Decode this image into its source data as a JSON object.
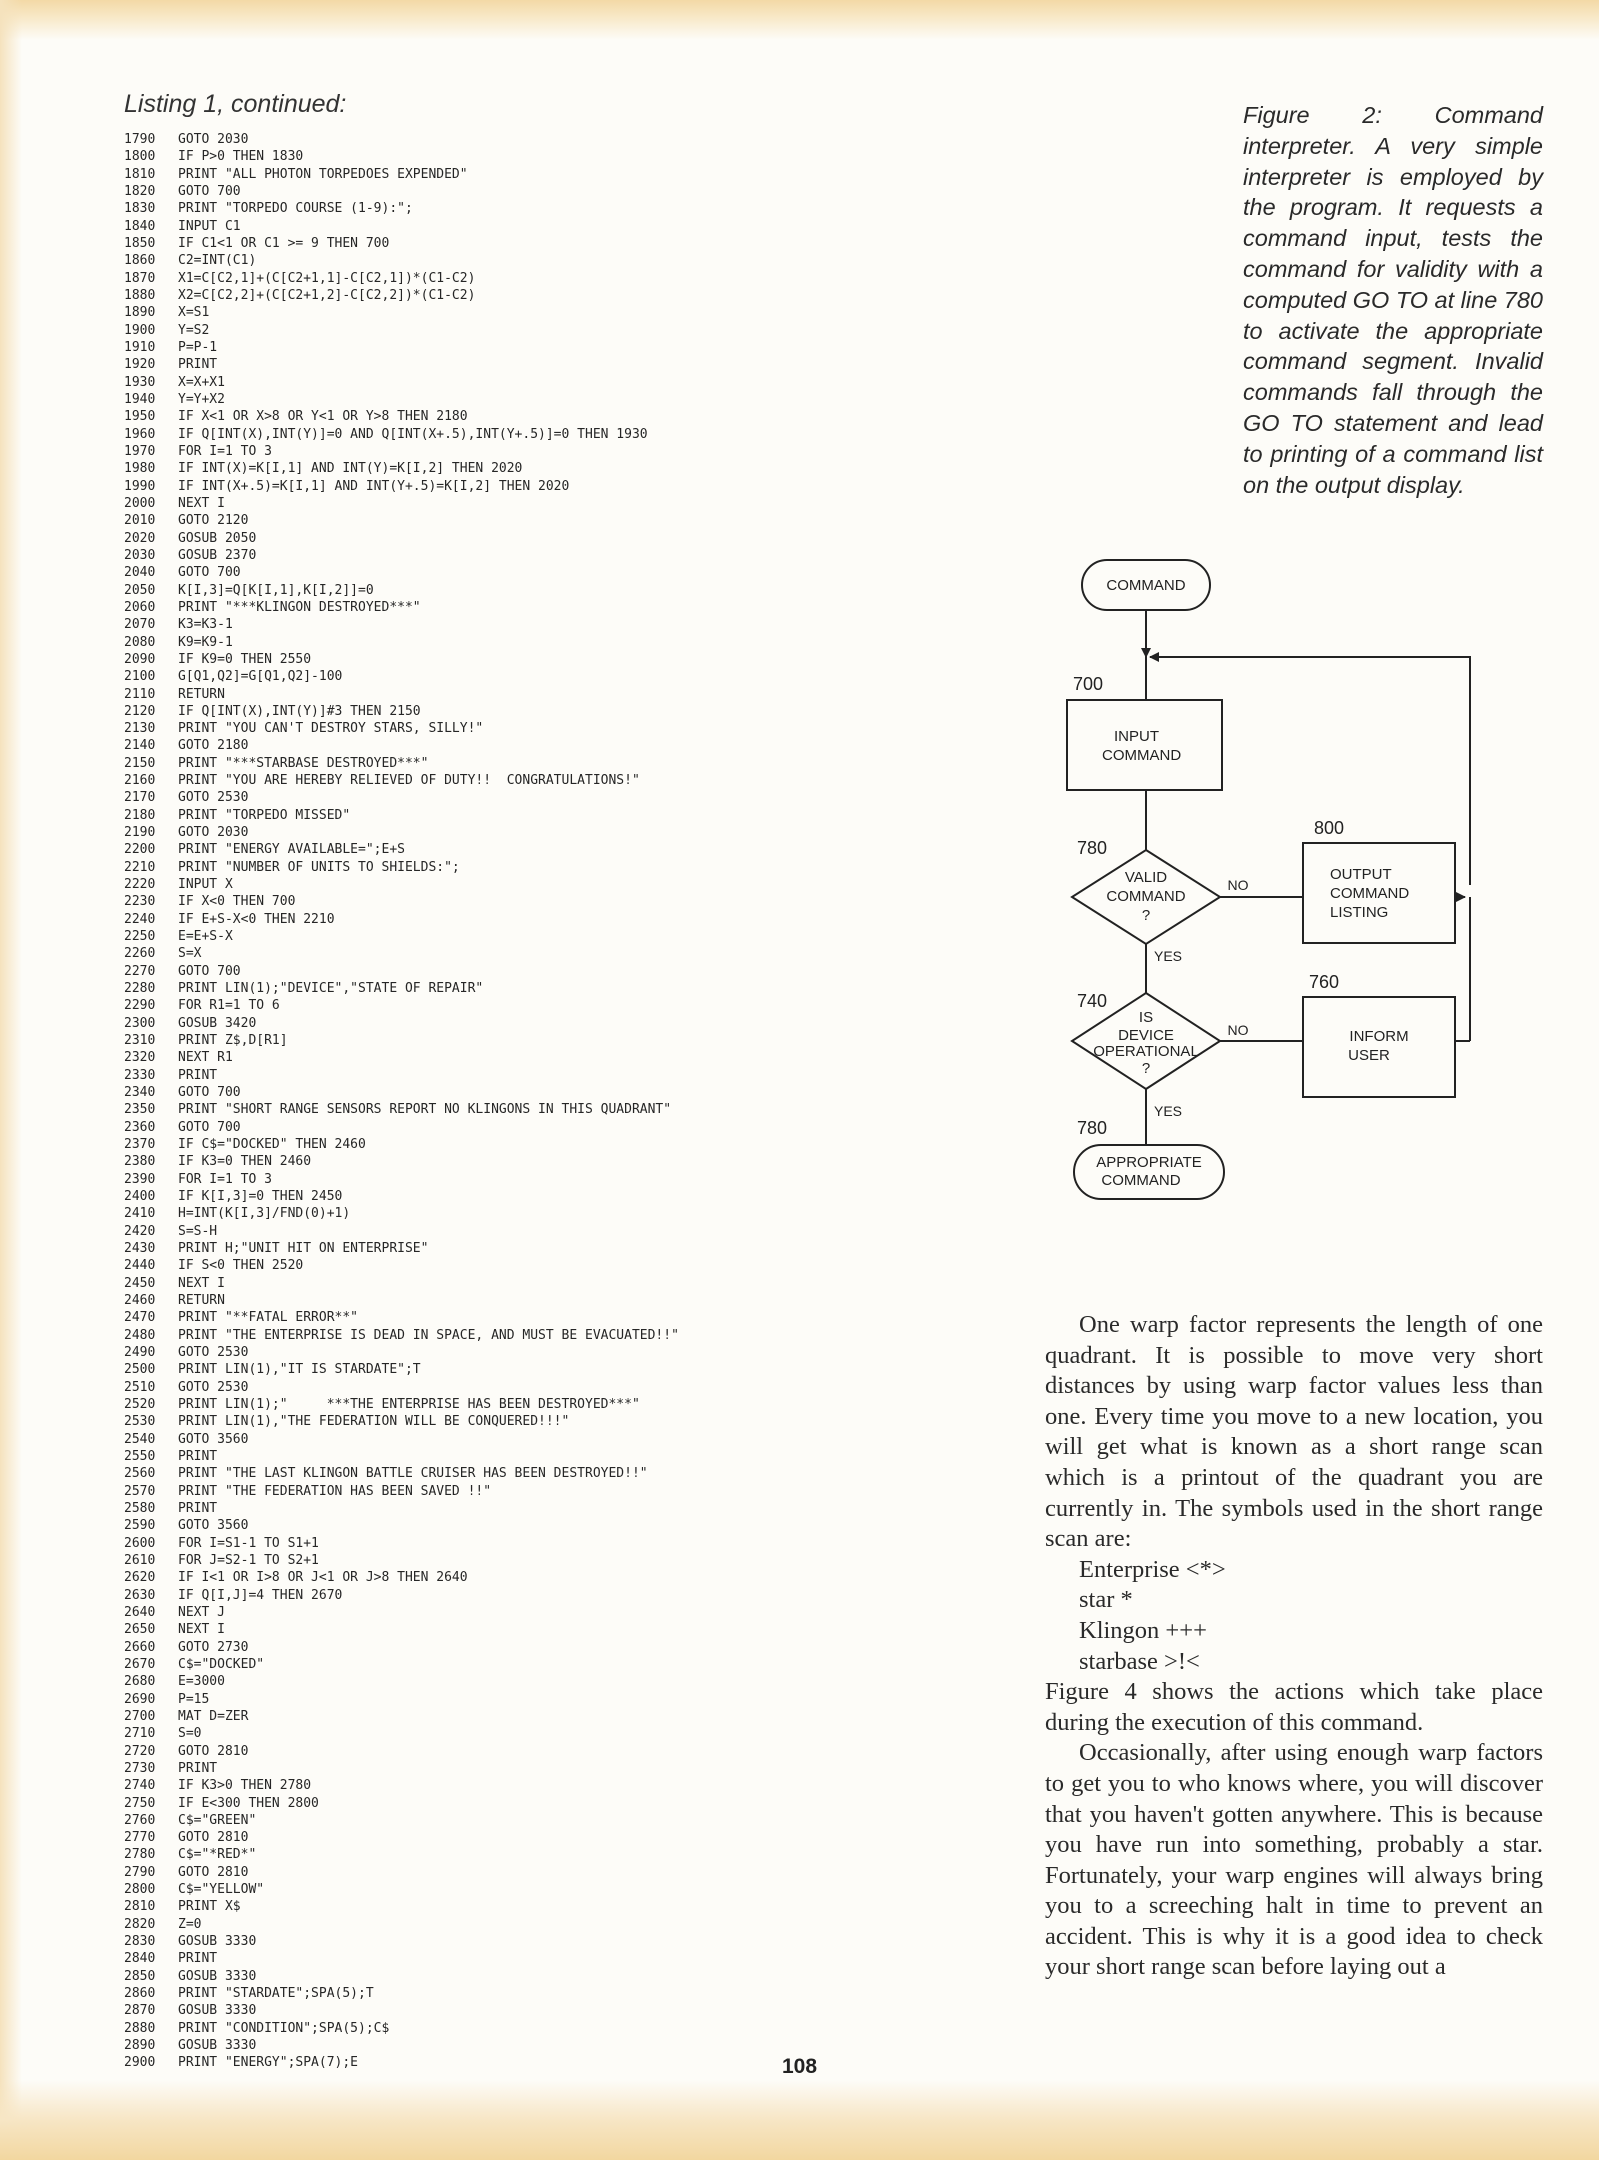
{
  "listing": {
    "title": "Listing 1, continued:",
    "lines": [
      {
        "n": "1790",
        "code": "GOTO 2030"
      },
      {
        "n": "1800",
        "code": "IF P>0 THEN 1830"
      },
      {
        "n": "1810",
        "code": "PRINT \"ALL PHOTON TORPEDOES EXPENDED\""
      },
      {
        "n": "1820",
        "code": "GOTO 700"
      },
      {
        "n": "1830",
        "code": "PRINT \"TORPEDO COURSE (1-9):\";"
      },
      {
        "n": "1840",
        "code": "INPUT C1"
      },
      {
        "n": "1850",
        "code": "IF C1<1 OR C1 >= 9 THEN 700"
      },
      {
        "n": "1860",
        "code": "C2=INT(C1)"
      },
      {
        "n": "1870",
        "code": "X1=C[C2,1]+(C[C2+1,1]-C[C2,1])*(C1-C2)"
      },
      {
        "n": "1880",
        "code": "X2=C[C2,2]+(C[C2+1,2]-C[C2,2])*(C1-C2)"
      },
      {
        "n": "1890",
        "code": "X=S1"
      },
      {
        "n": "1900",
        "code": "Y=S2"
      },
      {
        "n": "1910",
        "code": "P=P-1"
      },
      {
        "n": "1920",
        "code": "PRINT"
      },
      {
        "n": "1930",
        "code": "X=X+X1"
      },
      {
        "n": "1940",
        "code": "Y=Y+X2"
      },
      {
        "n": "1950",
        "code": "IF X<1 OR X>8 OR Y<1 OR Y>8 THEN 2180"
      },
      {
        "n": "1960",
        "code": "IF Q[INT(X),INT(Y)]=0 AND Q[INT(X+.5),INT(Y+.5)]=0 THEN 1930"
      },
      {
        "n": "1970",
        "code": "FOR I=1 TO 3"
      },
      {
        "n": "1980",
        "code": "IF INT(X)=K[I,1] AND INT(Y)=K[I,2] THEN 2020"
      },
      {
        "n": "1990",
        "code": "IF INT(X+.5)=K[I,1] AND INT(Y+.5)=K[I,2] THEN 2020"
      },
      {
        "n": "2000",
        "code": "NEXT I"
      },
      {
        "n": "2010",
        "code": "GOTO 2120"
      },
      {
        "n": "2020",
        "code": "GOSUB 2050"
      },
      {
        "n": "2030",
        "code": "GOSUB 2370"
      },
      {
        "n": "2040",
        "code": "GOTO 700"
      },
      {
        "n": "2050",
        "code": "K[I,3]=Q[K[I,1],K[I,2]]=0"
      },
      {
        "n": "2060",
        "code": "PRINT \"***KLINGON DESTROYED***\""
      },
      {
        "n": "2070",
        "code": "K3=K3-1"
      },
      {
        "n": "2080",
        "code": "K9=K9-1"
      },
      {
        "n": "2090",
        "code": "IF K9=0 THEN 2550"
      },
      {
        "n": "2100",
        "code": "G[Q1,Q2]=G[Q1,Q2]-100"
      },
      {
        "n": "2110",
        "code": "RETURN"
      },
      {
        "n": "2120",
        "code": "IF Q[INT(X),INT(Y)]#3 THEN 2150"
      },
      {
        "n": "2130",
        "code": "PRINT \"YOU CAN'T DESTROY STARS, SILLY!\""
      },
      {
        "n": "2140",
        "code": "GOTO 2180"
      },
      {
        "n": "2150",
        "code": "PRINT \"***STARBASE DESTROYED***\""
      },
      {
        "n": "2160",
        "code": "PRINT \"YOU ARE HEREBY RELIEVED OF DUTY!!  CONGRATULATIONS!\""
      },
      {
        "n": "2170",
        "code": "GOTO 2530"
      },
      {
        "n": "2180",
        "code": "PRINT \"TORPEDO MISSED\""
      },
      {
        "n": "2190",
        "code": "GOTO 2030"
      },
      {
        "n": "2200",
        "code": "PRINT \"ENERGY AVAILABLE=\";E+S"
      },
      {
        "n": "2210",
        "code": "PRINT \"NUMBER OF UNITS TO SHIELDS:\";"
      },
      {
        "n": "2220",
        "code": "INPUT X"
      },
      {
        "n": "2230",
        "code": "IF X<0 THEN 700"
      },
      {
        "n": "2240",
        "code": "IF E+S-X<0 THEN 2210"
      },
      {
        "n": "2250",
        "code": "E=E+S-X"
      },
      {
        "n": "2260",
        "code": "S=X"
      },
      {
        "n": "2270",
        "code": "GOTO 700"
      },
      {
        "n": "2280",
        "code": "PRINT LIN(1);\"DEVICE\",\"STATE OF REPAIR\""
      },
      {
        "n": "2290",
        "code": "FOR R1=1 TO 6"
      },
      {
        "n": "2300",
        "code": "GOSUB 3420"
      },
      {
        "n": "2310",
        "code": "PRINT Z$,D[R1]"
      },
      {
        "n": "2320",
        "code": "NEXT R1"
      },
      {
        "n": "2330",
        "code": "PRINT"
      },
      {
        "n": "2340",
        "code": "GOTO 700"
      },
      {
        "n": "2350",
        "code": "PRINT \"SHORT RANGE SENSORS REPORT NO KLINGONS IN THIS QUADRANT\""
      },
      {
        "n": "2360",
        "code": "GOTO 700"
      },
      {
        "n": "2370",
        "code": "IF C$=\"DOCKED\" THEN 2460"
      },
      {
        "n": "2380",
        "code": "IF K3=0 THEN 2460"
      },
      {
        "n": "2390",
        "code": "FOR I=1 TO 3"
      },
      {
        "n": "2400",
        "code": "IF K[I,3]=0 THEN 2450"
      },
      {
        "n": "2410",
        "code": "H=INT(K[I,3]/FND(0)+1)"
      },
      {
        "n": "2420",
        "code": "S=S-H"
      },
      {
        "n": "2430",
        "code": "PRINT H;\"UNIT HIT ON ENTERPRISE\""
      },
      {
        "n": "2440",
        "code": "IF S<0 THEN 2520"
      },
      {
        "n": "2450",
        "code": "NEXT I"
      },
      {
        "n": "2460",
        "code": "RETURN"
      },
      {
        "n": "2470",
        "code": "PRINT \"**FATAL ERROR**\""
      },
      {
        "n": "2480",
        "code": "PRINT \"THE ENTERPRISE IS DEAD IN SPACE, AND MUST BE EVACUATED!!\""
      },
      {
        "n": "2490",
        "code": "GOTO 2530"
      },
      {
        "n": "2500",
        "code": "PRINT LIN(1),\"IT IS STARDATE\";T"
      },
      {
        "n": "2510",
        "code": "GOTO 2530"
      },
      {
        "n": "2520",
        "code": "PRINT LIN(1);\"     ***THE ENTERPRISE HAS BEEN DESTROYED***\""
      },
      {
        "n": "2530",
        "code": "PRINT LIN(1),\"THE FEDERATION WILL BE CONQUERED!!!\""
      },
      {
        "n": "2540",
        "code": "GOTO 3560"
      },
      {
        "n": "2550",
        "code": "PRINT"
      },
      {
        "n": "2560",
        "code": "PRINT \"THE LAST KLINGON BATTLE CRUISER HAS BEEN DESTROYED!!\""
      },
      {
        "n": "2570",
        "code": "PRINT \"THE FEDERATION HAS BEEN SAVED !!\""
      },
      {
        "n": "2580",
        "code": "PRINT"
      },
      {
        "n": "2590",
        "code": "GOTO 3560"
      },
      {
        "n": "2600",
        "code": "FOR I=S1-1 TO S1+1"
      },
      {
        "n": "2610",
        "code": "FOR J=S2-1 TO S2+1"
      },
      {
        "n": "2620",
        "code": "IF I<1 OR I>8 OR J<1 OR J>8 THEN 2640"
      },
      {
        "n": "2630",
        "code": "IF Q[I,J]=4 THEN 2670"
      },
      {
        "n": "2640",
        "code": "NEXT J"
      },
      {
        "n": "2650",
        "code": "NEXT I"
      },
      {
        "n": "2660",
        "code": "GOTO 2730"
      },
      {
        "n": "2670",
        "code": "C$=\"DOCKED\""
      },
      {
        "n": "2680",
        "code": "E=3000"
      },
      {
        "n": "2690",
        "code": "P=15"
      },
      {
        "n": "2700",
        "code": "MAT D=ZER"
      },
      {
        "n": "2710",
        "code": "S=0"
      },
      {
        "n": "2720",
        "code": "GOTO 2810"
      },
      {
        "n": "2730",
        "code": "PRINT"
      },
      {
        "n": "2740",
        "code": "IF K3>0 THEN 2780"
      },
      {
        "n": "2750",
        "code": "IF E<300 THEN 2800"
      },
      {
        "n": "2760",
        "code": "C$=\"GREEN\""
      },
      {
        "n": "2770",
        "code": "GOTO 2810"
      },
      {
        "n": "2780",
        "code": "C$=\"*RED*\""
      },
      {
        "n": "2790",
        "code": "GOTO 2810"
      },
      {
        "n": "2800",
        "code": "C$=\"YELLOW\""
      },
      {
        "n": "2810",
        "code": "PRINT X$"
      },
      {
        "n": "2820",
        "code": "Z=0"
      },
      {
        "n": "2830",
        "code": "GOSUB 3330"
      },
      {
        "n": "2840",
        "code": "PRINT"
      },
      {
        "n": "2850",
        "code": "GOSUB 3330"
      },
      {
        "n": "2860",
        "code": "PRINT \"STARDATE\";SPA(5);T"
      },
      {
        "n": "2870",
        "code": "GOSUB 3330"
      },
      {
        "n": "2880",
        "code": "PRINT \"CONDITION\";SPA(5);C$"
      },
      {
        "n": "2890",
        "code": "GOSUB 3330"
      },
      {
        "n": "2900",
        "code": "PRINT \"ENERGY\";SPA(7);E"
      }
    ]
  },
  "figure": {
    "caption": "Figure 2: Command interpreter. A very simple interpreter is employed by the program. It requests a command input, tests the command for validity with a computed GO TO at line 780 to activate the appropriate command segment. Invalid commands fall through the GO TO statement and lead to printing of a command list on the output display.",
    "flowchart": {
      "start_lines": [
        "COMMAND"
      ],
      "input_num": "700",
      "input_lines": [
        "INPUT",
        "COMMAND"
      ],
      "valid_num": "780",
      "valid_lines": [
        "VALID",
        "COMMAND",
        "?"
      ],
      "output_num": "800",
      "output_lines": [
        "OUTPUT",
        "COMMAND",
        "LISTING"
      ],
      "device_num": "740",
      "device_lines": [
        "IS",
        "DEVICE",
        "OPERATIONAL",
        "?"
      ],
      "inform_num": "760",
      "inform_lines": [
        "INFORM",
        "USER"
      ],
      "appropriate_num": "780",
      "appropriate_lines": [
        "APPROPRIATE",
        "COMMAND"
      ],
      "no_label": "NO",
      "yes_label": "YES"
    }
  },
  "body": {
    "p1": "One warp factor represents the length of one quadrant. It is possible to move very short distances by using warp factor values less than one. Every time you move to a new location, you will get what is known as a short range scan which is a printout of the quadrant you are currently in. The symbols used in the short range scan are:",
    "symbols": [
      "Enterprise <*>",
      "star *",
      "Klingon +++",
      "starbase >!<"
    ],
    "p2": "Figure 4 shows the actions which take place during the execution of this command.",
    "p3": "Occasionally, after using enough warp factors to get you to who knows where, you will discover that you haven't gotten anywhere. This is because you have run into something, probably a star. Fortunately, your warp engines will always bring you to a screeching halt in time to prevent an accident. This is why it is a good idea to check your short range scan before laying out a"
  },
  "page_number": "108"
}
